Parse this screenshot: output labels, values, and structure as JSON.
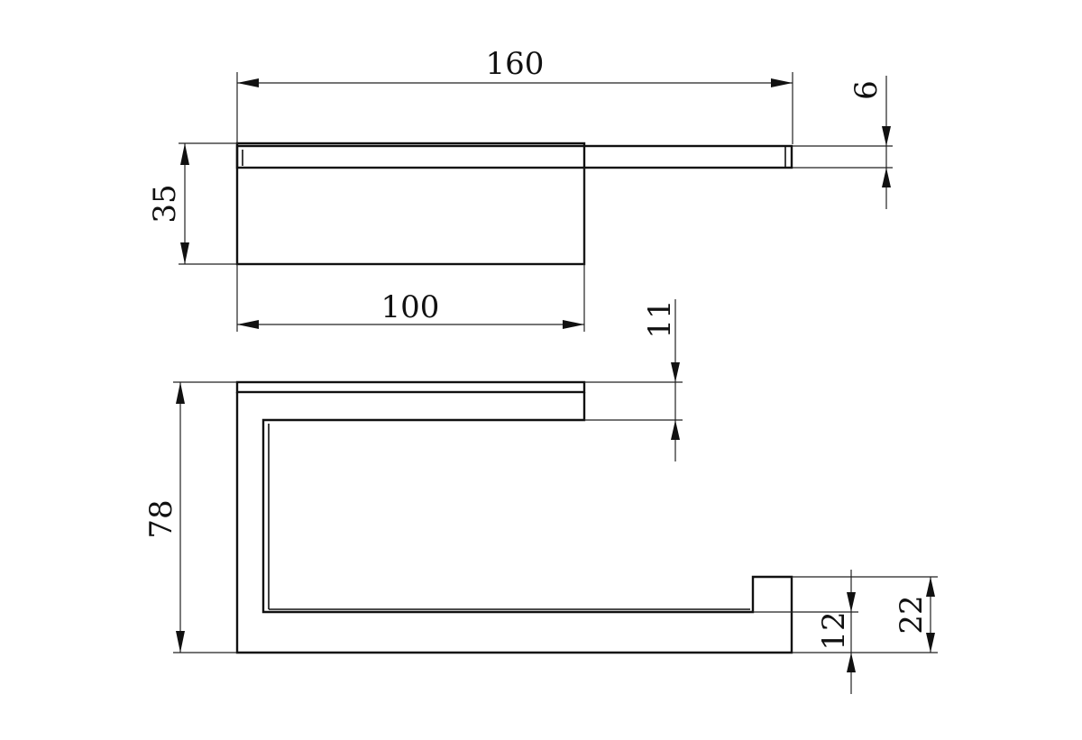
{
  "dimensions": {
    "overall_length": "160",
    "plate_thickness": "6",
    "body_height": "35",
    "body_length": "100",
    "top_bar_thickness": "11",
    "total_height": "78",
    "hook_inner_height": "12",
    "hook_total_height": "22"
  }
}
